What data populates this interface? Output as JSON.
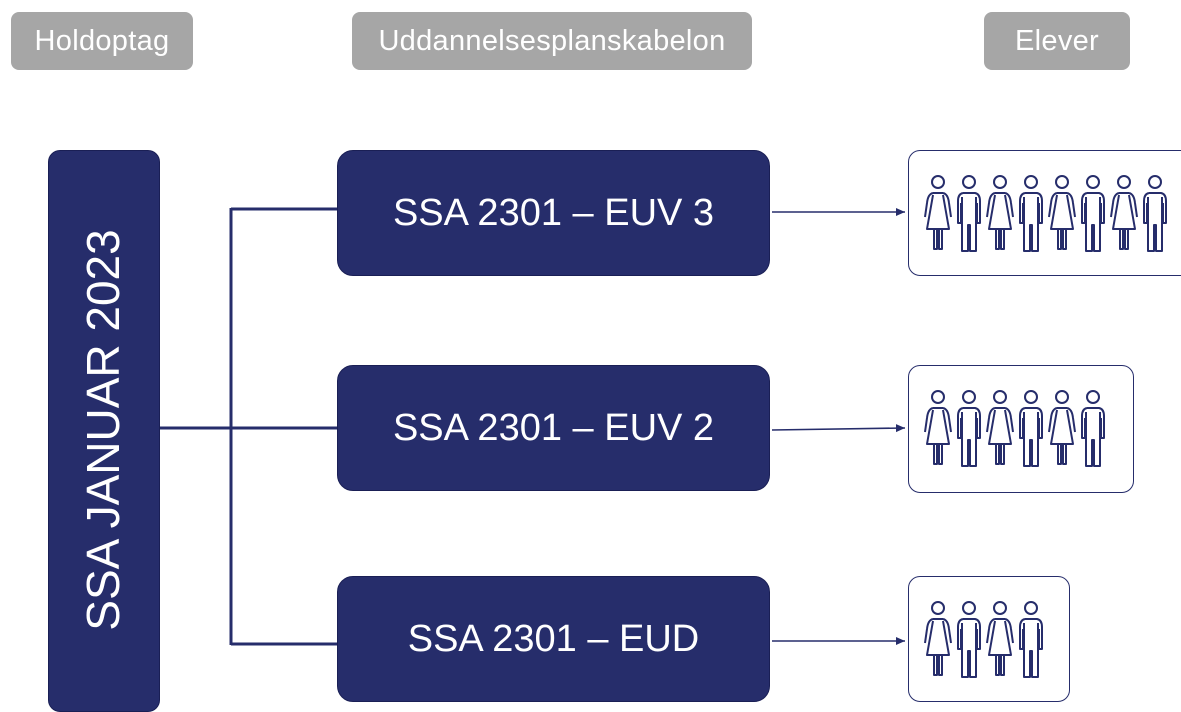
{
  "headers": {
    "intake": "Holdoptag",
    "plan": "Uddannelsesplanskabelon",
    "students": "Elever"
  },
  "intake": {
    "label": "SSA JANUAR 2023"
  },
  "plans": [
    {
      "label": "SSA 2301 – EUV 3",
      "student_count": 8
    },
    {
      "label": "SSA 2301 – EUV 2",
      "student_count": 6
    },
    {
      "label": "SSA 2301 – EUD",
      "student_count": 4
    }
  ],
  "colors": {
    "box_fill": "#262d6b",
    "header_fill": "#a6a6a6",
    "line": "#262d6b"
  },
  "icons": {
    "student_group": "people-icon",
    "person": "person-icon"
  }
}
